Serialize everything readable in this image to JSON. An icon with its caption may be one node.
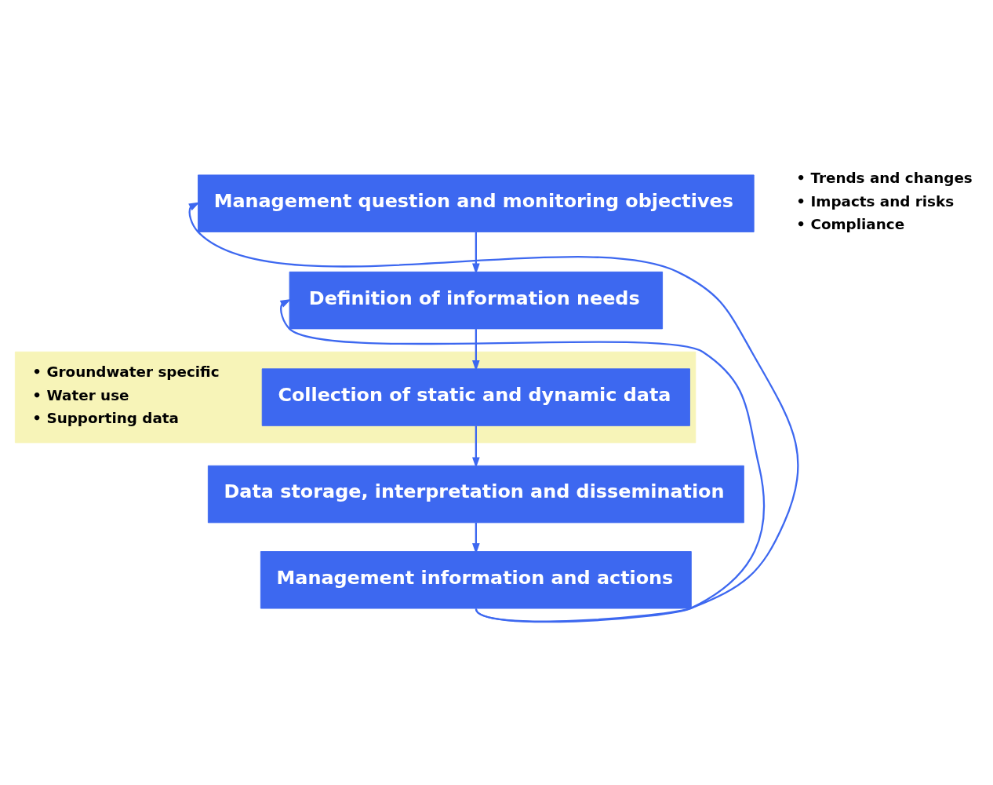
{
  "diagram": {
    "nodes": [
      {
        "text": [
          "Management question and monitoring objectives"
        ],
        "beside": [
          "• Trends and changes",
          "• Impacts and risks",
          "• Compliance"
        ]
      },
      {
        "text": [
          "Definition of information needs"
        ]
      },
      {
        "text": [],
        "shape": "band"
      },
      {
        "text": [
          "Collection of static and dynamic data"
        ],
        "in": 2,
        "beside": [
          "• Groundwater specific",
          "• Water use",
          "• Supporting data"
        ]
      },
      {
        "text": [
          "Data storage, interpretation and dissemination"
        ]
      },
      {
        "text": [
          "Management information and actions"
        ]
      }
    ],
    "edges": [
      {
        "from": 0,
        "to": 1,
        "arrow": "to"
      },
      {
        "from": 1,
        "to": 3,
        "arrow": "to"
      },
      {
        "from": 3,
        "to": 4,
        "arrow": "to"
      },
      {
        "from": 4,
        "to": 5,
        "arrow": "to"
      },
      {
        "from": 5,
        "to": 0,
        "arrow": "to"
      },
      {
        "from": 5,
        "to": 1,
        "arrow": "to"
      }
    ]
  }
}
